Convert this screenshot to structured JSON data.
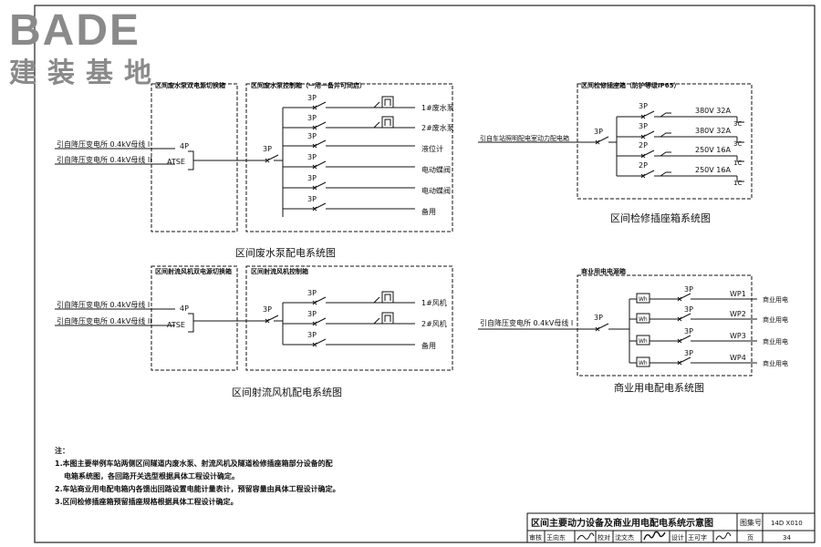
{
  "logo": {
    "brand": "BADE",
    "subtitle": "建装基地"
  },
  "d1": {
    "atse_box_label": "区间废水泵双电源切换箱",
    "ctrl_box_label": "区间废水泵控制箱（一用一备并可同启）",
    "feed_src1": "引自降压变电所 0.4kV母线 I",
    "feed_src2": "引自降压变电所 0.4kV母线 II",
    "atse_poles": "4P",
    "atse": "ATSE",
    "breaker": "3P",
    "outputs": [
      "1#废水泵",
      "2#废水泵",
      "液位计",
      "电动蝶阀",
      "电动蝶阀",
      "备用"
    ],
    "caption": "区间废水泵配电系统图"
  },
  "d2": {
    "atse_box_label": "区间射流风机双电源切换箱",
    "ctrl_box_label": "区间射流风机控制箱",
    "feed_src1": "引自降压变电所 0.4kV母线 I",
    "feed_src2": "引自降压变电所 0.4kV母线 II",
    "atse_poles": "4P",
    "atse": "ATSE",
    "breaker": "3P",
    "outputs": [
      "1#风机",
      "2#风机",
      "备用"
    ],
    "caption": "区间射流风机配电系统图"
  },
  "d3": {
    "box_label": "区间检修插座箱（防护等级IP65）",
    "feed": "引自车站照明配电室动力配电箱",
    "main_breaker": "3P",
    "branch_breakers": [
      "3P",
      "3P",
      "2P",
      "2P"
    ],
    "ratings": [
      "380V 32A",
      "380V 32A",
      "250V 16A",
      "250V 16A"
    ],
    "socket_codes": [
      "3C",
      "3C",
      "1C",
      "1C"
    ],
    "caption": "区间检修插座箱系统图"
  },
  "d4": {
    "box_label": "商业用电电源箱",
    "feed": "引自降压变电所 0.4kV母线 I",
    "main_breaker": "3P",
    "meter": "Wh",
    "branch_breaker": "3P",
    "circuits": [
      "WP1",
      "WP2",
      "WP3",
      "WP4"
    ],
    "outputs": [
      "商业用电",
      "商业用电",
      "商业用电",
      "商业用电"
    ],
    "caption": "商业用电配电系统图"
  },
  "notes": {
    "title": "注：",
    "items": [
      "1.本图主要举例车站两侧区间隧道内废水泵、射流风机及隧道检修插座箱部分设备的配",
      "电箱系统图，各回路开关选型根据具体工程设计确定。",
      "2.车站商业用电配电箱内各馈出回路设置电能计量表计，预留容量由具体工程设计确定。",
      "3.区间检修插座箱预留插座规格根据具体工程设计确定。"
    ]
  },
  "title_block": {
    "title": "区间主要动力设备及商业用电配电系统示意图",
    "atlas_no_label": "图集号",
    "atlas_no": "14D X010",
    "review_label": "审核",
    "review_name": "王向东",
    "check_label": "校对",
    "check_name": "沈文杰",
    "design_label": "设计",
    "design_name": "王可字",
    "page_label": "页",
    "page_no": "34"
  }
}
